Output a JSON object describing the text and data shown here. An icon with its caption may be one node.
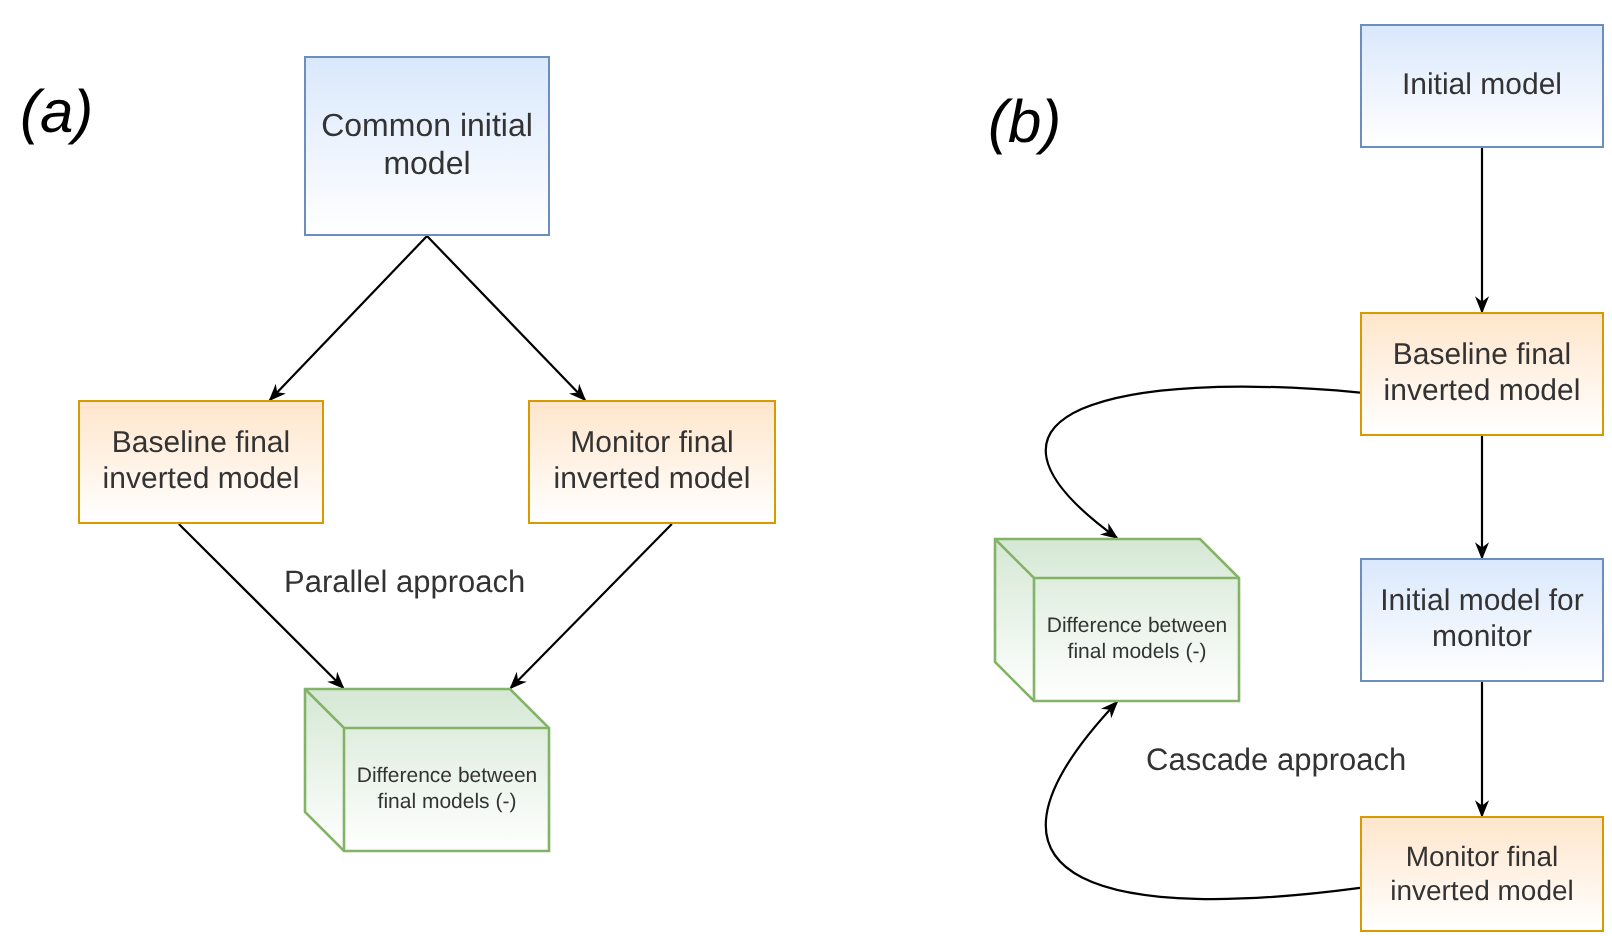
{
  "diagram": {
    "nodes": [
      {
        "text": [
          "Common initial model"
        ]
      },
      {
        "text": [
          "Baseline final inverted model"
        ]
      },
      {
        "text": [
          "Monitor final inverted model"
        ]
      },
      {
        "text": [
          "Difference between final models (-)"
        ]
      },
      {
        "text": [
          "Initial model"
        ]
      },
      {
        "text": [
          "Baseline final inverted model"
        ]
      },
      {
        "text": [
          "Initial model for monitor"
        ]
      },
      {
        "text": [
          "Difference between final models (-)"
        ]
      },
      {
        "text": [
          "Monitor final inverted model"
        ]
      }
    ],
    "edges": [
      {
        "from": 0,
        "to": 1,
        "arrow": "to"
      },
      {
        "from": 0,
        "to": 2,
        "arrow": "to"
      },
      {
        "from": 1,
        "to": 3,
        "arrow": "to"
      },
      {
        "from": 2,
        "to": 3,
        "arrow": "to"
      },
      {
        "from": 4,
        "to": 5,
        "arrow": "to"
      },
      {
        "from": 5,
        "to": 6,
        "arrow": "to"
      },
      {
        "from": 6,
        "to": 8,
        "arrow": "to"
      },
      {
        "from": 5,
        "to": 7,
        "arrow": "to"
      },
      {
        "from": 8,
        "to": 7,
        "arrow": "to"
      }
    ],
    "labels": [
      "(a)",
      "Parallel approach",
      "(b)",
      "Cascade approach"
    ]
  }
}
